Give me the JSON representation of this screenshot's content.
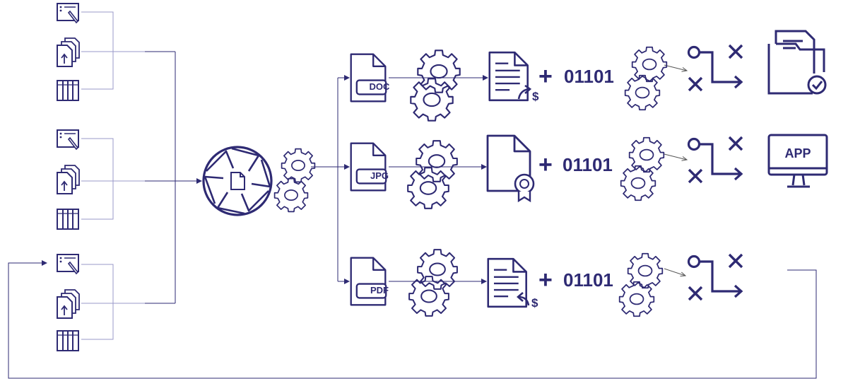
{
  "colors": {
    "primary": "#2e2a73",
    "line": "#2e2a73",
    "light_line": "#9a98c8",
    "background": "#ffffff"
  },
  "sources": [
    {
      "group": "top",
      "icons": [
        "screen-pen-icon",
        "files-upload-icon",
        "binder-icon"
      ]
    },
    {
      "group": "middle",
      "icons": [
        "screen-pen-icon",
        "files-upload-icon",
        "binder-icon"
      ]
    },
    {
      "group": "bottom",
      "icons": [
        "screen-pen-icon",
        "files-upload-icon",
        "binder-icon"
      ]
    }
  ],
  "hub": {
    "icon": "aperture-document-icon",
    "processor_icon": "gears-icon"
  },
  "rows": [
    {
      "file_type": "DOC",
      "result_icon": "invoice-send-icon",
      "plus": "+",
      "binary": "01101",
      "decision_icon": "branch-decision-icon",
      "output_icon": "folder-check-icon",
      "output_label": ""
    },
    {
      "file_type": "JPG",
      "result_icon": "certificate-icon",
      "plus": "+",
      "binary": "01101",
      "decision_icon": "branch-decision-icon",
      "output_icon": "monitor-app-icon",
      "output_label": "APP"
    },
    {
      "file_type": "PDF",
      "result_icon": "invoice-receive-icon",
      "plus": "+",
      "binary": "01101",
      "decision_icon": "branch-decision-icon",
      "output_icon": "",
      "output_label": ""
    }
  ]
}
